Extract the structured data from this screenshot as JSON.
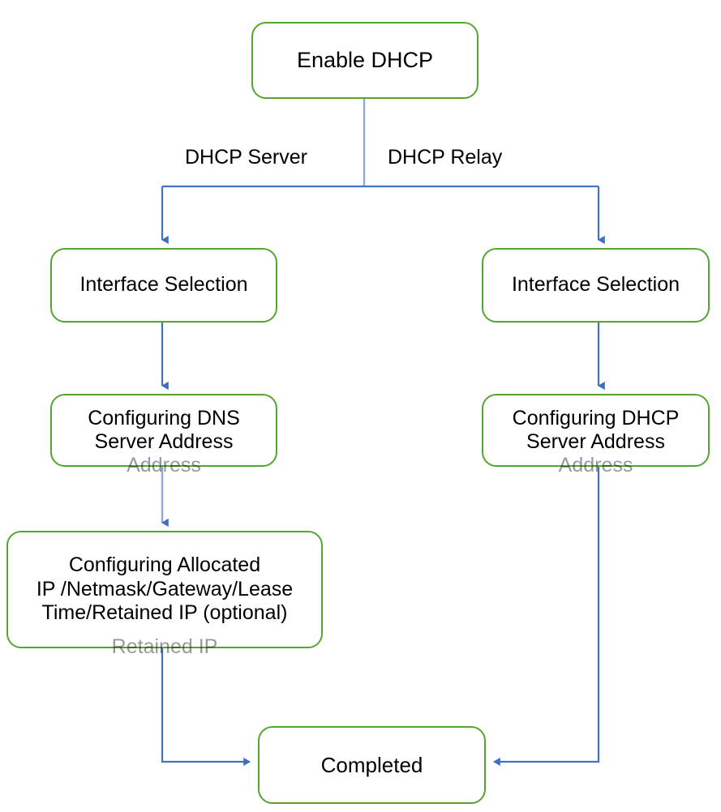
{
  "diagram": {
    "title": "DHCP Configuration Flowchart",
    "colors": {
      "node_border": "#55a630",
      "node_fill": "#ffffff",
      "connector": "#4472c4",
      "connector_light": "#8faadc",
      "text": "#000000",
      "background": "#ffffff"
    },
    "nodes": [
      {
        "id": "enable-dhcp",
        "label": "Enable DHCP",
        "ghost": ""
      },
      {
        "id": "iface-left",
        "label": "Interface Selection",
        "ghost": ""
      },
      {
        "id": "iface-right",
        "label": "Interface Selection",
        "ghost": ""
      },
      {
        "id": "dns-left",
        "label": "Configuring DNS\nServer Address",
        "ghost": "Address"
      },
      {
        "id": "dhcp-right",
        "label": "Configuring DHCP\nServer Address",
        "ghost": "Address"
      },
      {
        "id": "allocated",
        "label": "Configuring Allocated\nIP /Netmask/Gateway/Lease\nTime/Retained IP (optional)",
        "ghost": "Retained IP"
      },
      {
        "id": "completed",
        "label": "Completed",
        "ghost": ""
      }
    ],
    "edge_labels": [
      {
        "id": "dhcp-server",
        "label": "DHCP Server"
      },
      {
        "id": "dhcp-relay",
        "label": "DHCP Relay"
      }
    ],
    "edges": [
      {
        "from": "enable-dhcp",
        "to": "fork",
        "label": ""
      },
      {
        "from": "fork",
        "to": "iface-left",
        "label": "DHCP Server"
      },
      {
        "from": "fork",
        "to": "iface-right",
        "label": "DHCP Relay"
      },
      {
        "from": "iface-left",
        "to": "dns-left",
        "label": ""
      },
      {
        "from": "dns-left",
        "to": "allocated",
        "label": ""
      },
      {
        "from": "iface-right",
        "to": "dhcp-right",
        "label": ""
      },
      {
        "from": "allocated",
        "to": "completed",
        "label": ""
      },
      {
        "from": "dhcp-right",
        "to": "completed",
        "label": ""
      }
    ]
  }
}
